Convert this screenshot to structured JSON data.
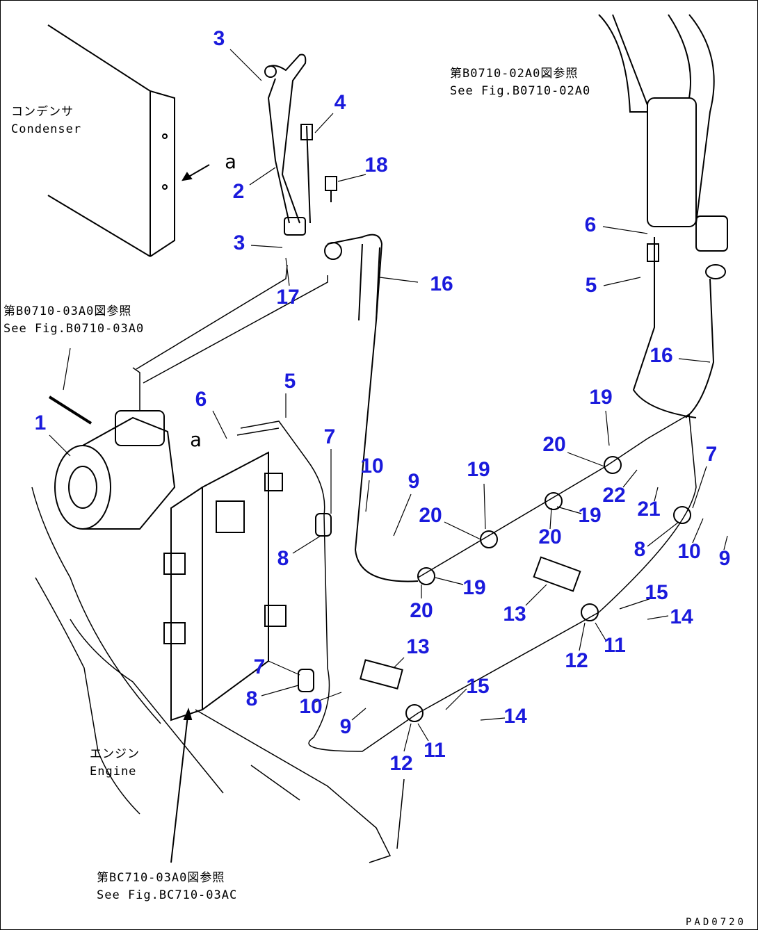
{
  "notes": {
    "condenser": {
      "jp": "コンデンサ",
      "en": "Condenser"
    },
    "engine": {
      "jp": "エンジン",
      "en": "Engine"
    },
    "ref_compressor": {
      "jp": "第B0710-03A0図参照",
      "en": "See Fig.B0710-03A0"
    },
    "ref_receiver": {
      "jp": "第B0710-02A0図参照",
      "en": "See Fig.B0710-02A0"
    },
    "ref_bracket": {
      "jp": "第BC710-03A0図参照",
      "en": "See Fig.BC710-03AC"
    },
    "view_a_1": "a",
    "view_a_2": "a",
    "drawing_code": "PAD0720"
  },
  "callouts": [
    "3",
    "4",
    "18",
    "2",
    "3",
    "17",
    "16",
    "6",
    "5",
    "16",
    "1",
    "6",
    "5",
    "7",
    "10",
    "9",
    "19",
    "20",
    "19",
    "20",
    "19",
    "20",
    "22",
    "21",
    "7",
    "8",
    "10",
    "9",
    "8",
    "19",
    "20",
    "13",
    "15",
    "14",
    "12",
    "11",
    "13",
    "7",
    "8",
    "10",
    "9",
    "15",
    "14",
    "12",
    "11"
  ],
  "line_color": "#000000",
  "callout_color": "#1a1adc"
}
